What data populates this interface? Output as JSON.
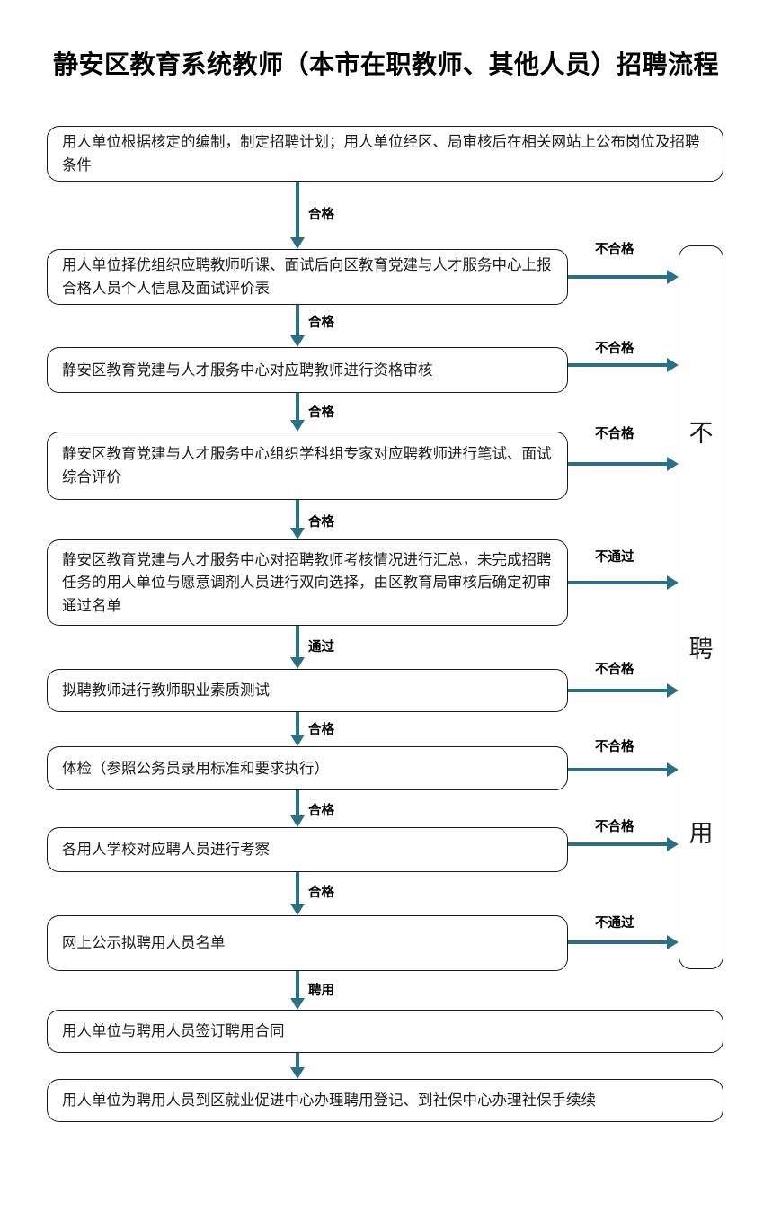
{
  "title": "静安区教育系统教师（本市在职教师、其他人员）招聘流程",
  "colors": {
    "arrow": "#2a7087",
    "box_border": "#1a1a1a",
    "text": "#1c1c1c",
    "background": "#ffffff"
  },
  "steps": [
    {
      "id": "step-1",
      "text": "用人单位根据核定的编制，制定招聘计划；用人单位经区、局审核后在相关网站上公布岗位及招聘条件"
    },
    {
      "id": "step-2",
      "text": "用人单位择优组织应聘教师听课、面试后向区教育党建与人才服务中心上报合格人员个人信息及面试评价表"
    },
    {
      "id": "step-3",
      "text": "静安区教育党建与人才服务中心对应聘教师进行资格审核"
    },
    {
      "id": "step-4",
      "text": "静安区教育党建与人才服务中心组织学科组专家对应聘教师进行笔试、面试综合评价"
    },
    {
      "id": "step-5",
      "text": "静安区教育党建与人才服务中心对招聘教师考核情况进行汇总，未完成招聘任务的用人单位与愿意调剂人员进行双向选择，由区教育局审核后确定初审通过名单"
    },
    {
      "id": "step-6",
      "text": "拟聘教师进行教师职业素质测试"
    },
    {
      "id": "step-7",
      "text": "体检（参照公务员录用标准和要求执行）"
    },
    {
      "id": "step-8",
      "text": "各用人学校对应聘人员进行考察"
    },
    {
      "id": "step-9",
      "text": "网上公示拟聘用人员名单"
    },
    {
      "id": "step-10",
      "text": "用人单位与聘用人员签订聘用合同"
    },
    {
      "id": "step-11",
      "text": "用人单位为聘用人员到区就业促进中心办理聘用登记、到社保中心办理社保手续续"
    }
  ],
  "pass_labels": [
    {
      "id": "pass-1-2",
      "text": "合格"
    },
    {
      "id": "pass-2-3",
      "text": "合格"
    },
    {
      "id": "pass-3-4",
      "text": "合格"
    },
    {
      "id": "pass-4-5",
      "text": "合格"
    },
    {
      "id": "pass-5-6",
      "text": "通过"
    },
    {
      "id": "pass-6-7",
      "text": "合格"
    },
    {
      "id": "pass-7-8",
      "text": "合格"
    },
    {
      "id": "pass-8-9",
      "text": "合格"
    },
    {
      "id": "pass-9-10",
      "text": "聘用"
    }
  ],
  "reject_labels": [
    {
      "id": "reject-2",
      "text": "不合格"
    },
    {
      "id": "reject-3",
      "text": "不合格"
    },
    {
      "id": "reject-4",
      "text": "不合格"
    },
    {
      "id": "reject-5",
      "text": "不通过"
    },
    {
      "id": "reject-6",
      "text": "不合格"
    },
    {
      "id": "reject-7",
      "text": "不合格"
    },
    {
      "id": "reject-8",
      "text": "不合格"
    },
    {
      "id": "reject-9",
      "text": "不通过"
    }
  ],
  "reject_bar": {
    "chars": [
      "不",
      "聘",
      "用"
    ],
    "full_text": "不聘用"
  }
}
